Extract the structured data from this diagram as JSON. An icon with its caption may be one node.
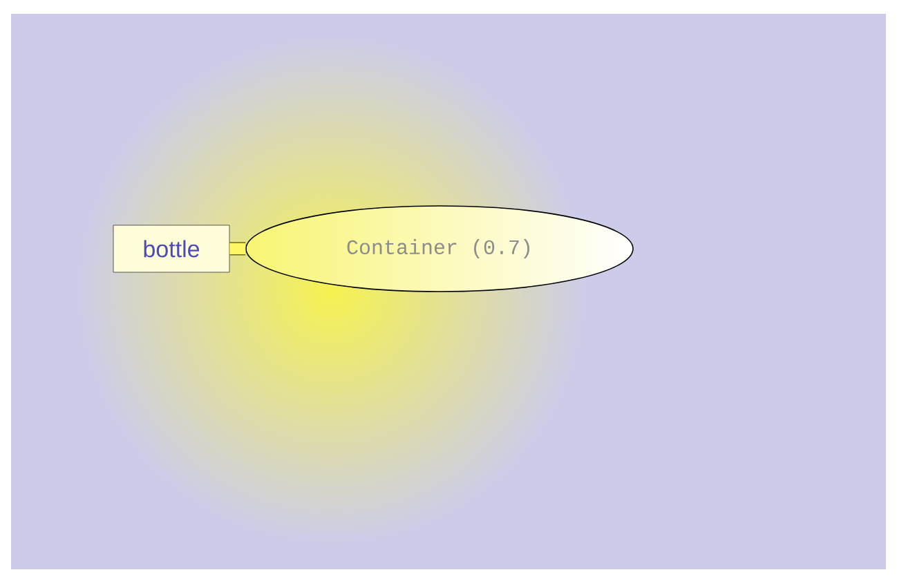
{
  "diagram": {
    "nodes": [
      {
        "text": [
          "bottle"
        ]
      },
      {
        "text": [
          "Container (0.7)"
        ]
      }
    ],
    "edges": [
      {
        "from": 0,
        "to": 1,
        "arrow": "none"
      }
    ]
  }
}
